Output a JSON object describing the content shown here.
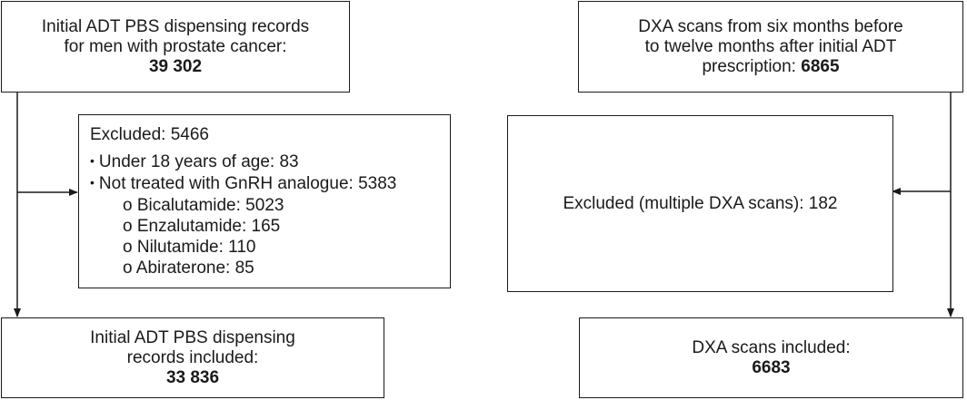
{
  "left_column": {
    "top_box": {
      "lines": [
        "Initial ADT PBS dispensing records",
        "for men with prostate cancer:"
      ],
      "value": "39 302"
    },
    "excluded_box": {
      "title": "Excluded: 5466",
      "bullets": [
        "Under 18 years of age: 83",
        "Not treated with GnRH analogue: 5383"
      ],
      "sub_items": [
        "o Bicalutamide: 5023",
        "o Enzalutamide: 165",
        "o Nilutamide: 110",
        "o Abiraterone: 85"
      ]
    },
    "bottom_box": {
      "lines": [
        "Initial ADT PBS dispensing",
        "records included:"
      ],
      "value": "33 836"
    }
  },
  "right_column": {
    "top_box": {
      "lines": [
        "DXA scans from six months before",
        "to twelve months after initial ADT"
      ],
      "last_line_prefix": "prescription: ",
      "value": "6865"
    },
    "excluded_box": {
      "text": "Excluded (multiple DXA scans): 182"
    },
    "bottom_box": {
      "lines": [
        "DXA scans included:"
      ],
      "value": "6683"
    }
  },
  "colors": {
    "line": "#1a1a1a",
    "background": "#ffffff"
  }
}
